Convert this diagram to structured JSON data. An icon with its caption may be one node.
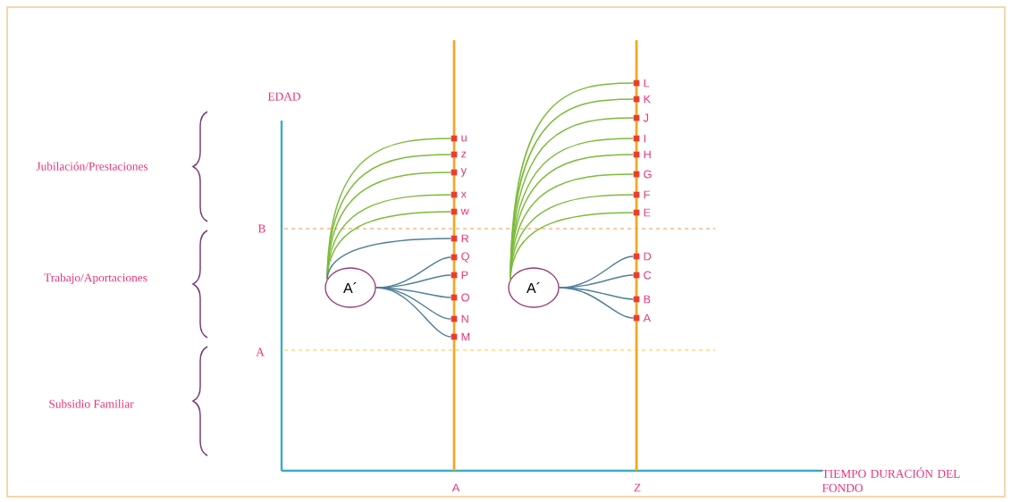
{
  "diagram": {
    "nodes": [
      {
        "text": [
          "A´"
        ]
      },
      {
        "text": [],
        "shape": "box",
        "beside": [
          "u"
        ]
      },
      {
        "text": [],
        "shape": "box",
        "beside": [
          "z"
        ]
      },
      {
        "text": [],
        "shape": "box",
        "beside": [
          "y"
        ]
      },
      {
        "text": [],
        "shape": "box",
        "beside": [
          "x"
        ]
      },
      {
        "text": [],
        "shape": "box",
        "beside": [
          "w"
        ]
      },
      {
        "text": [],
        "shape": "box",
        "beside": [
          "R"
        ]
      },
      {
        "text": [],
        "shape": "box",
        "beside": [
          "Q"
        ]
      },
      {
        "text": [],
        "shape": "box",
        "beside": [
          "P"
        ]
      },
      {
        "text": [],
        "shape": "box",
        "beside": [
          "O"
        ]
      },
      {
        "text": [],
        "shape": "box",
        "beside": [
          "N"
        ]
      },
      {
        "text": [],
        "shape": "box",
        "beside": [
          "M"
        ]
      },
      {
        "text": [
          "A´"
        ]
      },
      {
        "text": [],
        "shape": "box",
        "beside": [
          "L"
        ]
      },
      {
        "text": [],
        "shape": "box",
        "beside": [
          "K"
        ]
      },
      {
        "text": [],
        "shape": "box",
        "beside": [
          "J"
        ]
      },
      {
        "text": [],
        "shape": "box",
        "beside": [
          "I"
        ]
      },
      {
        "text": [],
        "shape": "box",
        "beside": [
          "H"
        ]
      },
      {
        "text": [],
        "shape": "box",
        "beside": [
          "G"
        ]
      },
      {
        "text": [],
        "shape": "box",
        "beside": [
          "F"
        ]
      },
      {
        "text": [],
        "shape": "box",
        "beside": [
          "E"
        ]
      },
      {
        "text": [],
        "shape": "box",
        "beside": [
          "D"
        ]
      },
      {
        "text": [],
        "shape": "box",
        "beside": [
          "C"
        ]
      },
      {
        "text": [],
        "shape": "box",
        "beside": [
          "B"
        ]
      },
      {
        "text": [],
        "shape": "box",
        "beside": [
          "A"
        ]
      }
    ],
    "edges": [
      {
        "from": 0,
        "to": 1,
        "arrow": "none"
      },
      {
        "from": 0,
        "to": 2,
        "arrow": "none"
      },
      {
        "from": 0,
        "to": 3,
        "arrow": "none"
      },
      {
        "from": 0,
        "to": 4,
        "arrow": "none"
      },
      {
        "from": 0,
        "to": 5,
        "arrow": "none"
      },
      {
        "from": 0,
        "to": 6,
        "arrow": "none",
        "color": "#4f7f99"
      },
      {
        "from": 0,
        "to": 7,
        "arrow": "none",
        "color": "#4f7f99"
      },
      {
        "from": 0,
        "to": 8,
        "arrow": "none",
        "color": "#4f7f99"
      },
      {
        "from": 0,
        "to": 9,
        "arrow": "none",
        "color": "#4f7f99"
      },
      {
        "from": 0,
        "to": 10,
        "arrow": "none",
        "color": "#4f7f99"
      },
      {
        "from": 0,
        "to": 11,
        "arrow": "none",
        "color": "#4f7f99"
      },
      {
        "from": 12,
        "to": 13,
        "arrow": "none"
      },
      {
        "from": 12,
        "to": 14,
        "arrow": "none"
      },
      {
        "from": 12,
        "to": 15,
        "arrow": "none"
      },
      {
        "from": 12,
        "to": 16,
        "arrow": "none"
      },
      {
        "from": 12,
        "to": 17,
        "arrow": "none"
      },
      {
        "from": 12,
        "to": 18,
        "arrow": "none"
      },
      {
        "from": 12,
        "to": 19,
        "arrow": "none"
      },
      {
        "from": 12,
        "to": 20,
        "arrow": "none"
      },
      {
        "from": 12,
        "to": 21,
        "arrow": "none",
        "color": "#4f7f99"
      },
      {
        "from": 12,
        "to": 22,
        "arrow": "none",
        "color": "#4f7f99"
      },
      {
        "from": 12,
        "to": 23,
        "arrow": "none",
        "color": "#4f7f99"
      },
      {
        "from": 12,
        "to": 24,
        "arrow": "none",
        "color": "#4f7f99"
      }
    ],
    "labels": [
      "EDAD",
      "Jubilación/Prestaciones",
      "B",
      "Trabajo/Aportaciones",
      "A",
      "Subsidio Familiar",
      "A",
      "Z",
      "TIEMPO DURACIÓN DEL FONDO"
    ]
  }
}
